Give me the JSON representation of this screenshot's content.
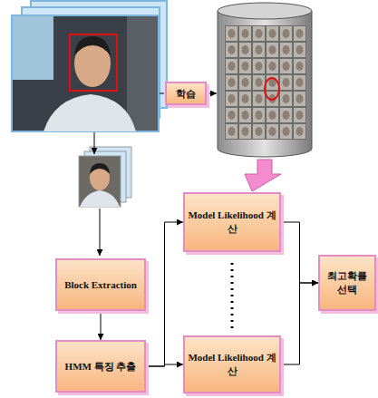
{
  "diagram": {
    "nodes": [
      {
        "text": [
          "학습"
        ]
      },
      {
        "text": [
          "Block Extraction"
        ]
      },
      {
        "text": [
          "HMM 특징 추출"
        ]
      },
      {
        "text": [
          "Model Likelihood 계산"
        ]
      },
      {
        "text": [
          "Model Likelihood 계산"
        ]
      },
      {
        "text": [
          "최고확률 선택"
        ]
      }
    ],
    "edges": [
      {
        "from": 1,
        "to": 2,
        "arrow": "to"
      },
      {
        "from": 2,
        "to": 3,
        "arrow": "to"
      },
      {
        "from": 2,
        "to": 4,
        "arrow": "to"
      },
      {
        "from": 3,
        "to": 5,
        "arrow": "to"
      },
      {
        "from": 4,
        "to": 5,
        "arrow": "to"
      }
    ]
  }
}
